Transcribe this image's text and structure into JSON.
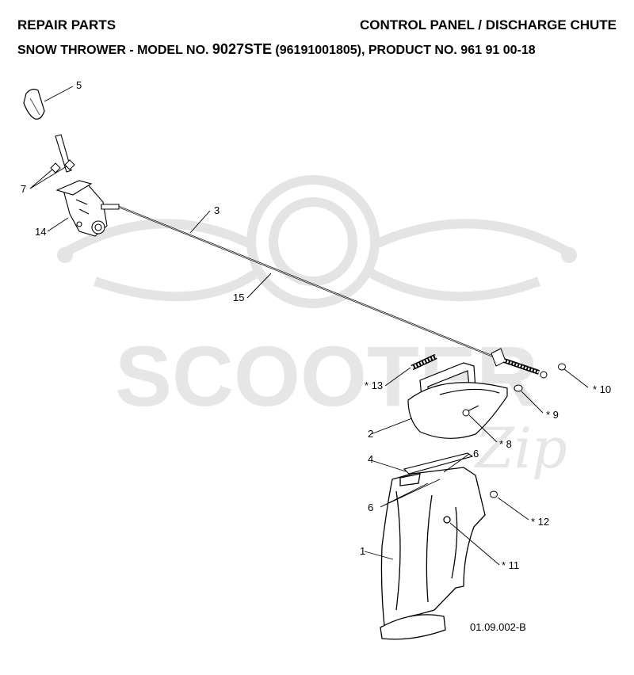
{
  "header": {
    "left_title": "REPAIR PARTS",
    "right_title": "CONTROL PANEL / DISCHARGE CHUTE",
    "subtitle_prefix": "SNOW THROWER - MODEL NO. ",
    "model_no": "9027STE",
    "subtitle_suffix": " (96191001805), PRODUCT NO. 961 91 00-18"
  },
  "watermark": {
    "text": "SCOOTER",
    "script_text": "Zip"
  },
  "callouts": {
    "c1": "1",
    "c2": "2",
    "c3": "3",
    "c4": "4",
    "c5": "5",
    "c6a": "6",
    "c6b": "6",
    "c7": "7",
    "c8": "* 8",
    "c9": "* 9",
    "c10": "* 10",
    "c11": "* 11",
    "c12": "* 12",
    "c13": "* 13",
    "c14": "14",
    "c15": "15"
  },
  "drawing_code": "01.09.002-B"
}
